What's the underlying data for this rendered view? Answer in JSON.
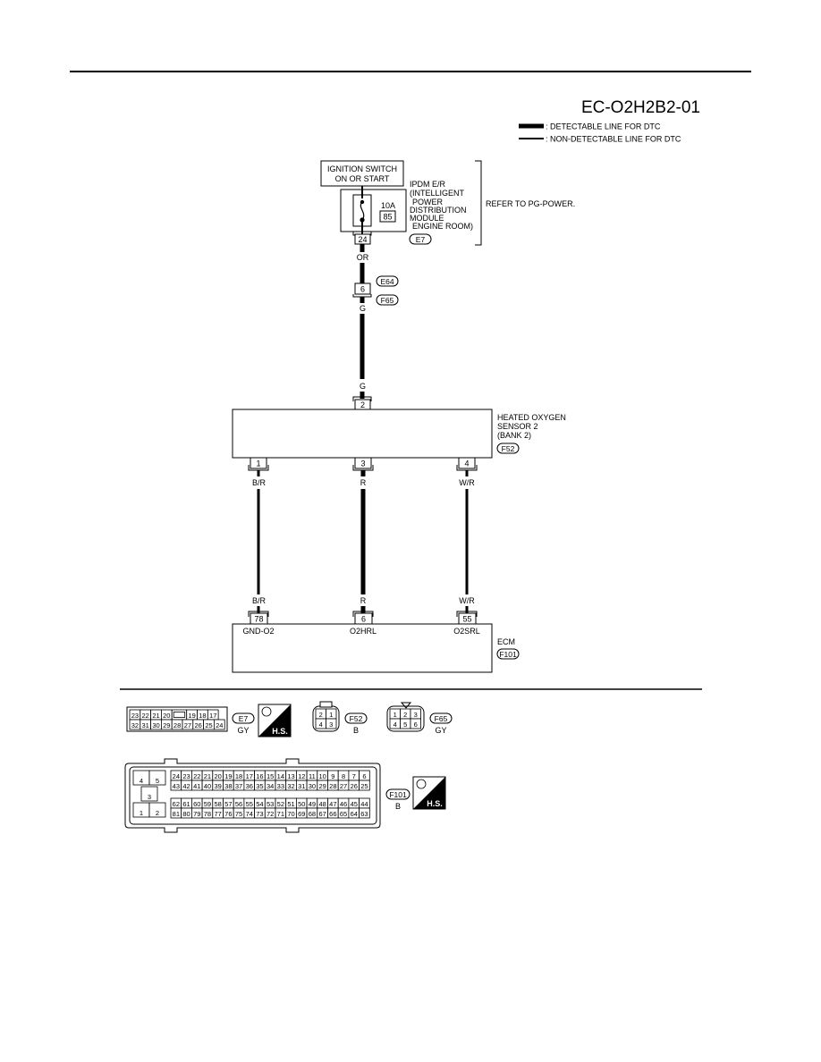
{
  "diagram_code": "EC-O2H2B2-01",
  "legend": {
    "detectable": ": DETECTABLE LINE FOR DTC",
    "non_detectable": ": NON-DETECTABLE LINE FOR DTC"
  },
  "power": {
    "ignition_line1": "IGNITION SWITCH",
    "ignition_line2": "ON OR START",
    "ipdm_lines": [
      "IPDM E/R",
      "(INTELLIGENT",
      "POWER",
      "DISTRIBUTION",
      "MODULE",
      "ENGINE ROOM)"
    ],
    "fuse_rating": "10A",
    "fuse_number": "85",
    "terminal": "24",
    "connector": "E7",
    "refer": "REFER TO PG-POWER."
  },
  "wires": {
    "or": "OR",
    "g_upper": "G",
    "g_lower": "G",
    "br_top": "B/R",
    "r_top": "R",
    "wr_top": "W/R",
    "br_bottom": "B/R",
    "r_bottom": "R",
    "wr_bottom": "W/R"
  },
  "joint": {
    "terminal": "6",
    "connector_top": "E64",
    "connector_bottom": "F65"
  },
  "sensor": {
    "lines": [
      "HEATED OXYGEN",
      "SENSOR 2",
      "(BANK 2)"
    ],
    "connector": "F52",
    "top_terminal": "2",
    "bottom_terminals": [
      "1",
      "3",
      "4"
    ]
  },
  "ecm": {
    "label": "ECM",
    "connector": "F101",
    "terminals": [
      "78",
      "6",
      "55"
    ],
    "signals": [
      "GND-O2",
      "O2HRL",
      "O2SRL"
    ]
  },
  "connectors_view": {
    "e7": {
      "name": "E7",
      "color": "GY",
      "row1": [
        "23",
        "22",
        "21",
        "20",
        "",
        "19",
        "18",
        "17"
      ],
      "row2": [
        "32",
        "31",
        "30",
        "29",
        "28",
        "27",
        "26",
        "25",
        "24"
      ]
    },
    "f52": {
      "name": "F52",
      "color": "B",
      "row1": [
        "2",
        "1"
      ],
      "row2": [
        "4",
        "3"
      ]
    },
    "f65": {
      "name": "F65",
      "color": "GY",
      "row1": [
        "1",
        "2",
        "3"
      ],
      "row2": [
        "4",
        "5",
        "6"
      ]
    },
    "f101": {
      "name": "F101",
      "color": "B",
      "left_pins": [
        "4",
        "5",
        "3",
        "1",
        "2"
      ],
      "row1": [
        "24",
        "23",
        "22",
        "21",
        "20",
        "19",
        "18",
        "17",
        "16",
        "15",
        "14",
        "13",
        "12",
        "11",
        "10",
        "9",
        "8",
        "7",
        "6"
      ],
      "row2": [
        "43",
        "42",
        "41",
        "40",
        "39",
        "38",
        "37",
        "36",
        "35",
        "34",
        "33",
        "32",
        "31",
        "30",
        "29",
        "28",
        "27",
        "26",
        "25"
      ],
      "row3": [
        "62",
        "61",
        "60",
        "59",
        "58",
        "57",
        "56",
        "55",
        "54",
        "53",
        "52",
        "51",
        "50",
        "49",
        "48",
        "47",
        "46",
        "45",
        "44"
      ],
      "row4": [
        "81",
        "80",
        "79",
        "78",
        "77",
        "76",
        "75",
        "74",
        "73",
        "72",
        "71",
        "70",
        "69",
        "68",
        "67",
        "66",
        "65",
        "64",
        "63"
      ]
    },
    "hs_label": "H.S."
  }
}
